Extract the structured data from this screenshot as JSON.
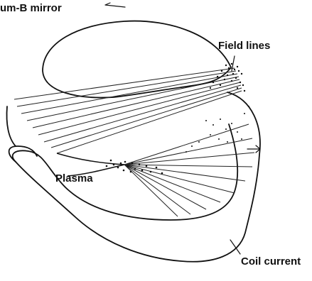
{
  "labels": {
    "title": "um-B mirror",
    "field_lines": "Field lines",
    "plasma": "Plasma",
    "coil_current": "Coil current"
  },
  "colors": {
    "ink": "#111111",
    "background": "#ffffff"
  }
}
